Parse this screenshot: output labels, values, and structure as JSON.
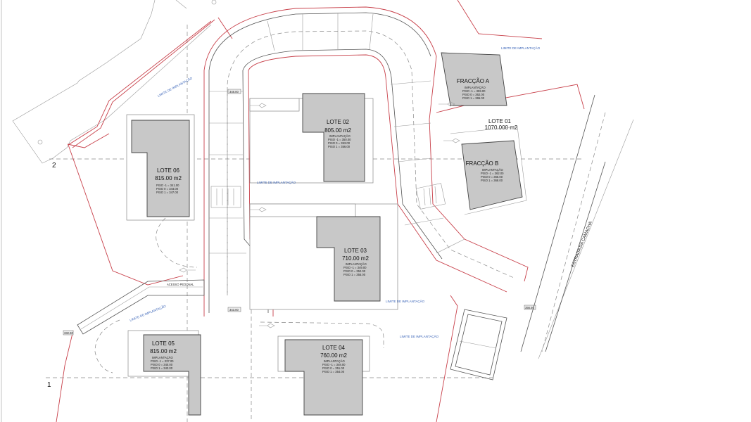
{
  "drawing": {
    "type": "site-plan",
    "road_name": "ESTRADA DA CAMACHA",
    "pedestrian_access": "ACESSO PEDONAL",
    "grid_markers": [
      "1",
      "2"
    ],
    "implantation_label": "LIMITE DE IMPLANTAÇÃO"
  },
  "lots": [
    {
      "id": "lote-06",
      "name": "LOTE 06",
      "area": "815.00 m2",
      "sub": "",
      "floors": [
        "PISO -1 = 341.00",
        "PISO 0 = 344.00",
        "PISO 1 = 347.00"
      ]
    },
    {
      "id": "lote-02",
      "name": "LOTE 02",
      "area": "805.00 m2",
      "sub": "IMPLANTAÇÃO",
      "floors": [
        "PISO -1 = 350.00",
        "PISO 0 = 353.00",
        "PISO 1 = 356.00"
      ]
    },
    {
      "id": "lote-03",
      "name": "LOTE 03",
      "area": "710.00 m2",
      "sub": "IMPLANTAÇÃO",
      "floors": [
        "PISO -1 = 349.00",
        "PISO 0 = 352.00",
        "PISO 1 = 355.00"
      ]
    },
    {
      "id": "lote-05",
      "name": "LOTE 05",
      "area": "815.00 m2",
      "sub": "IMPLANTAÇÃO",
      "floors": [
        "PISO -1 = 337.00",
        "PISO 0 = 340.00",
        "PISO 1 = 343.00"
      ]
    },
    {
      "id": "lote-04",
      "name": "LOTE 04",
      "area": "760.00 m2",
      "sub": "IMPLANTAÇÃO",
      "floors": [
        "PISO -1 = 348.00",
        "PISO 0 = 351.00",
        "PISO 1 = 354.00"
      ]
    }
  ],
  "lote01": {
    "name": "LOTE 01",
    "area": "1070.000 m2",
    "fraccao_a": {
      "name": "FRACÇÃO A",
      "sub": "IMPLANTAÇÃO",
      "floors": [
        "PISO -1 = 359.00",
        "PISO 0 = 362.00",
        "PISO 1 = 365.00"
      ]
    },
    "fraccao_b": {
      "name": "FRACÇÃO B",
      "sub": "IMPLANTAÇÃO",
      "floors": [
        "PISO -1 = 362.00",
        "PISO 0 = 365.00",
        "PISO 1 = 368.00"
      ]
    }
  },
  "elevations": {
    "road_top": "348.00",
    "road_bottom": "343.00",
    "west_entry": "332.60",
    "east_entry": "356.50"
  }
}
